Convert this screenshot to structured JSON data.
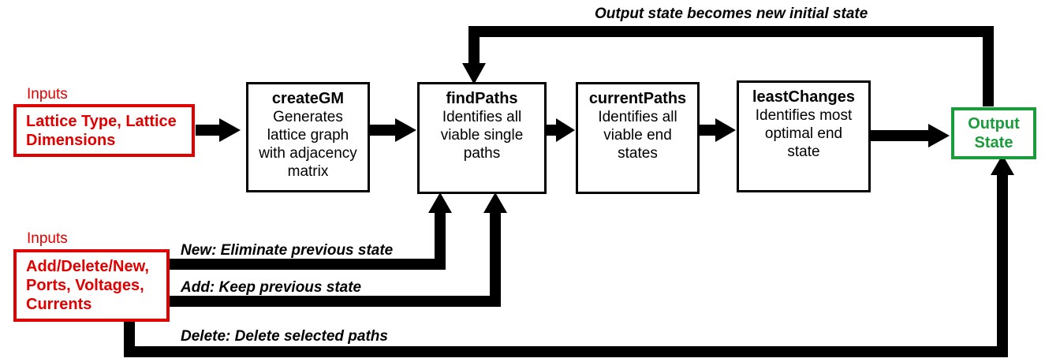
{
  "inputs_top": {
    "label": "Inputs",
    "lines": [
      "Lattice Type, Lattice",
      "Dimensions"
    ]
  },
  "inputs_bottom": {
    "label": "Inputs",
    "lines": [
      "Add/Delete/New,",
      "Ports, Voltages,",
      "Currents"
    ]
  },
  "create_gm": {
    "title": "createGM",
    "lines": [
      "Generates",
      "lattice graph",
      "with adjacency",
      "matrix"
    ]
  },
  "find_paths": {
    "title": "findPaths",
    "lines": [
      "Identifies all",
      "viable single",
      "paths"
    ]
  },
  "current_paths": {
    "title": "currentPaths",
    "lines": [
      "Identifies all",
      "viable end",
      "states"
    ]
  },
  "least_changes": {
    "title": "leastChanges",
    "lines": [
      "Identifies most",
      "optimal end",
      "state"
    ]
  },
  "output_state": {
    "lines": [
      "Output",
      "State"
    ]
  },
  "edges": {
    "feedback": "Output state becomes new initial state",
    "new": "New: Eliminate previous state",
    "add": "Add: Keep previous state",
    "delete": "Delete: Delete selected paths"
  },
  "colors": {
    "input_red": "#e00000",
    "output_green": "#1a9c3a",
    "arrow_black": "#000000"
  }
}
